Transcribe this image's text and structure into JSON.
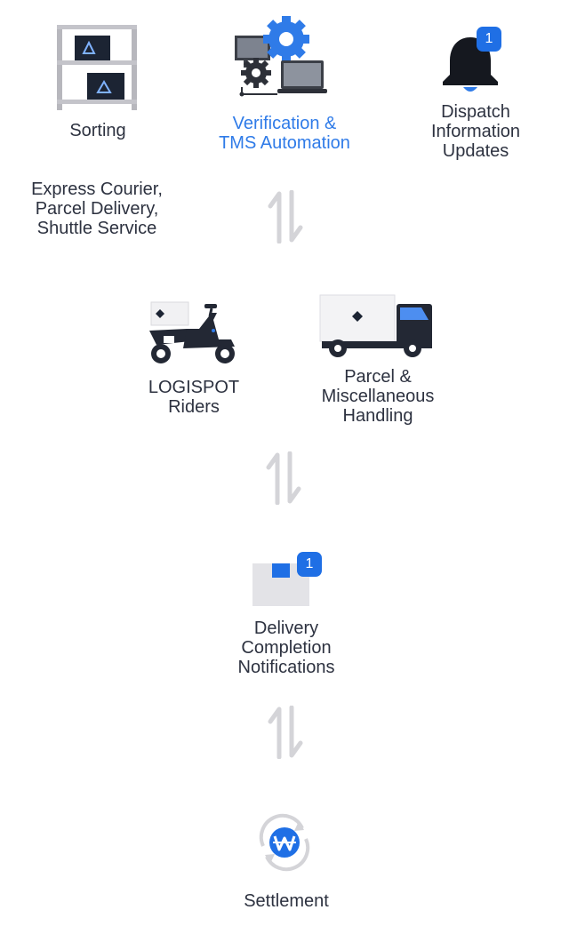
{
  "colors": {
    "accent": "#2f7be8",
    "text": "#2d3240",
    "badge": "#1f6fe5",
    "arrow": "#d4d4d8"
  },
  "top_row": {
    "sorting": {
      "label": "Sorting",
      "icon": "warehouse-shelf-icon"
    },
    "verification": {
      "label": "Verification &\nTMS Automation",
      "icon": "computers-gear-icon"
    },
    "dispatch": {
      "label": "Dispatch\nInformation\nUpdates",
      "icon": "bell-icon",
      "badge": "1"
    }
  },
  "services": {
    "label": "Express Courier,\nParcel Delivery,\nShuttle Service"
  },
  "middle_row": {
    "riders": {
      "label": "LOGISPOT\nRiders",
      "icon": "scooter-icon"
    },
    "parcel": {
      "label": "Parcel &\nMiscellaneous\nHandling",
      "icon": "truck-icon"
    }
  },
  "delivery": {
    "label": "Delivery\nCompletion\nNotifications",
    "icon": "box-icon",
    "badge": "1"
  },
  "settlement": {
    "label": "Settlement",
    "icon": "won-settlement-icon"
  }
}
